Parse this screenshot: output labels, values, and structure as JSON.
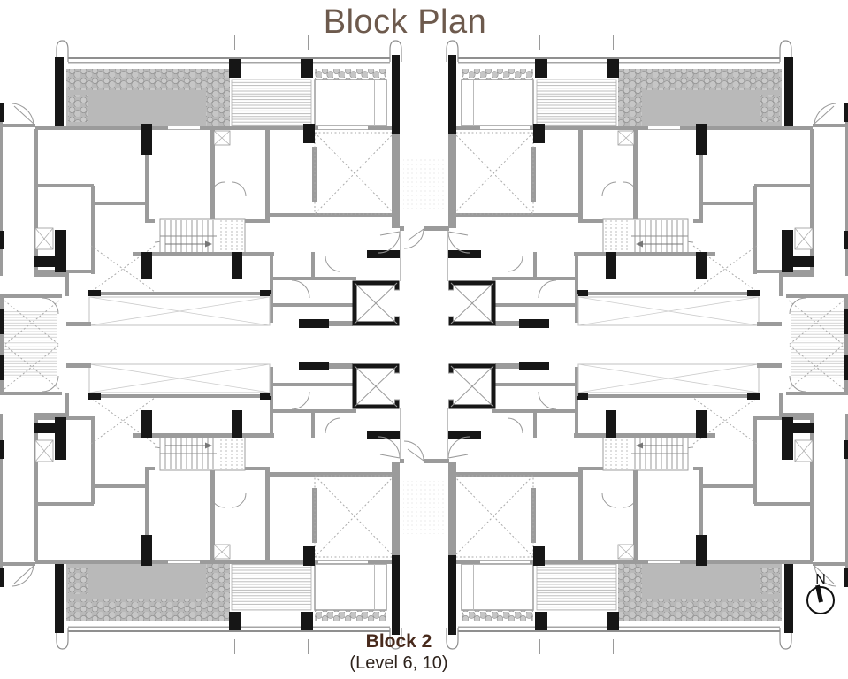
{
  "header": {
    "title": "Block Plan"
  },
  "footer": {
    "block_label": "Block 2",
    "level_label": "(Level 6, 10)"
  },
  "north_indicator": {
    "label": "N"
  },
  "plan": {
    "colors": {
      "title_text": "#6d5a4d",
      "block_label_text": "#47291b",
      "level_label_text": "#2e231c",
      "wall_gray": "#9b9b9b",
      "column_black": "#161616",
      "garden_gray": "#b9b9b9",
      "bush_gray": "#cacaca",
      "pattern_line_gray": "#adadad"
    }
  }
}
